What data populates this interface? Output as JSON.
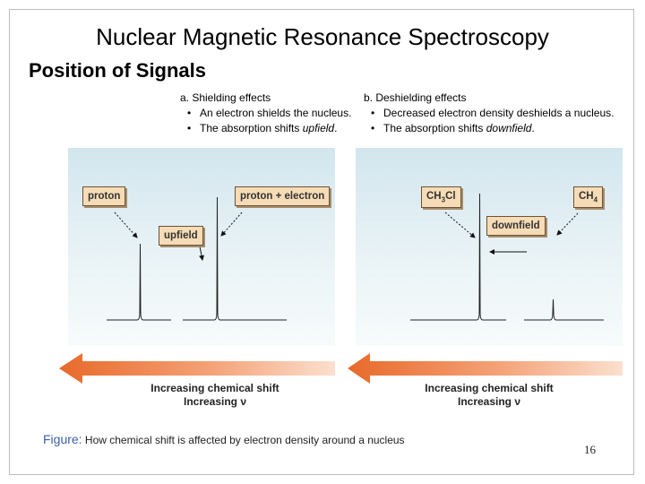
{
  "slide": {
    "title": "Nuclear Magnetic Resonance Spectroscopy",
    "subtitle": "Position of Signals",
    "figure_label": "Figure:",
    "figure_caption": "How chemical shift is affected by electron density around a nucleus",
    "page_number": "16"
  },
  "panel_a": {
    "heading": "a. Shielding effects",
    "bullets": [
      "An electron shields the nucleus.",
      "The absorption shifts "
    ],
    "bullet2_em": "upfield",
    "bullet2_end": ".",
    "callout_left": "proton",
    "callout_right": "proton + electron",
    "callout_mid": "upfield",
    "axis_line1": "Increasing chemical shift",
    "axis_line2": "Increasing ν"
  },
  "panel_b": {
    "heading": "b. Deshielding effects",
    "bullets": [
      "Decreased electron density deshields a nucleus.",
      "The absorption shifts "
    ],
    "bullet2_em": "downfield",
    "bullet2_end": ".",
    "callout_left_main": "CH",
    "callout_left_sub": "3",
    "callout_left_end": "Cl",
    "callout_right_main": "CH",
    "callout_right_sub": "4",
    "callout_mid": "downfield",
    "axis_line1": "Increasing chemical shift",
    "axis_line2": "Increasing ν"
  },
  "colors": {
    "panel_top": "#d2e6ee",
    "callout_fill": "#f6dcb6",
    "arrow_dark": "#e8692a",
    "arrow_light": "#fbe0cf"
  }
}
